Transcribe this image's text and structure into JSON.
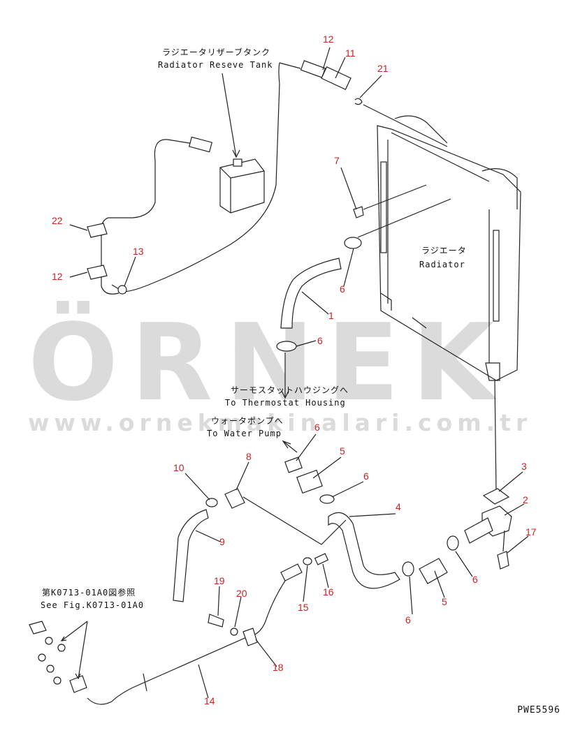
{
  "watermark": {
    "brand": "ÖRNEK",
    "url": "www.ornekmakinalari.com.tr"
  },
  "captions": {
    "reserve_tank_jp": "ラジエータリザーブタンク",
    "reserve_tank_en": "Radiator Reseve Tank",
    "radiator_jp": "ラジエータ",
    "radiator_en": "Radiator",
    "thermostat_jp": "サーモスタットハウジングへ",
    "thermostat_en": "To Thermostat Housing",
    "water_pump_jp": "ウォータポンプへ",
    "water_pump_en": "To Water Pump",
    "see_fig_jp": "第K0713-01A0図参照",
    "see_fig_en": "See Fig.K0713-01A0"
  },
  "drawing_id": "PWE5596",
  "callouts": [
    {
      "id": "c12a",
      "text": "12"
    },
    {
      "id": "c11",
      "text": "11"
    },
    {
      "id": "c21",
      "text": "21"
    },
    {
      "id": "c7",
      "text": "7"
    },
    {
      "id": "c22",
      "text": "22"
    },
    {
      "id": "c13",
      "text": "13"
    },
    {
      "id": "c12b",
      "text": "12"
    },
    {
      "id": "c6a",
      "text": "6"
    },
    {
      "id": "c1",
      "text": "1"
    },
    {
      "id": "c6b",
      "text": "6"
    },
    {
      "id": "c6c",
      "text": "6"
    },
    {
      "id": "c5a",
      "text": "5"
    },
    {
      "id": "c6d",
      "text": "6"
    },
    {
      "id": "c4",
      "text": "4"
    },
    {
      "id": "c10",
      "text": "10"
    },
    {
      "id": "c8",
      "text": "8"
    },
    {
      "id": "c3",
      "text": "3"
    },
    {
      "id": "c2",
      "text": "2"
    },
    {
      "id": "c17",
      "text": "17"
    },
    {
      "id": "c9",
      "text": "9"
    },
    {
      "id": "c16",
      "text": "16"
    },
    {
      "id": "c15",
      "text": "15"
    },
    {
      "id": "c19",
      "text": "19"
    },
    {
      "id": "c20",
      "text": "20"
    },
    {
      "id": "c5b",
      "text": "5"
    },
    {
      "id": "c6e",
      "text": "6"
    },
    {
      "id": "c6f",
      "text": "6"
    },
    {
      "id": "c18",
      "text": "18"
    },
    {
      "id": "c14",
      "text": "14"
    }
  ]
}
